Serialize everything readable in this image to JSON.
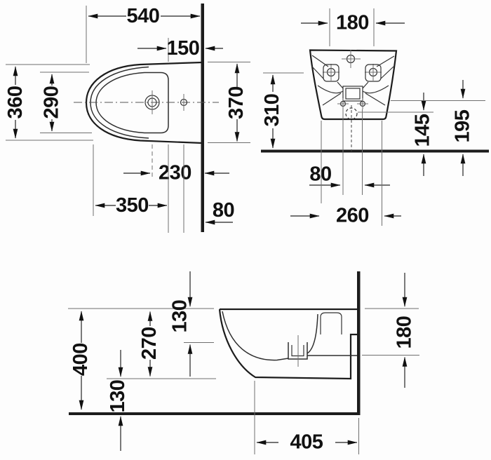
{
  "drawing": {
    "unit_values_only": true,
    "colors": {
      "background": "#fdfdfd",
      "heavy_line": "#1c1c1c",
      "outline": "#2e2e2e",
      "extension_line": "#6e6e6e",
      "text": "#111111"
    }
  },
  "views": {
    "plan": {
      "dims": {
        "depth_total": "540",
        "rim_to_wall": "150",
        "width_outer": "360",
        "width_bowl": "290",
        "width_at_wall": "370",
        "tap_center_to_wall": "230",
        "bowl_length": "350",
        "hole_to_wall": "80"
      }
    },
    "front": {
      "dims": {
        "fixing_hole_spacing": "180",
        "fixing_height": "310",
        "outlet_center_height": "145",
        "bolt_height": "195",
        "bolt_spacing": "80",
        "base_width": "260"
      }
    },
    "side": {
      "dims": {
        "bowl_depth": "130",
        "body_front_height": "270",
        "rim_height": "400",
        "floor_clearance": "130",
        "outlet_level": "180",
        "projection": "405"
      }
    }
  }
}
